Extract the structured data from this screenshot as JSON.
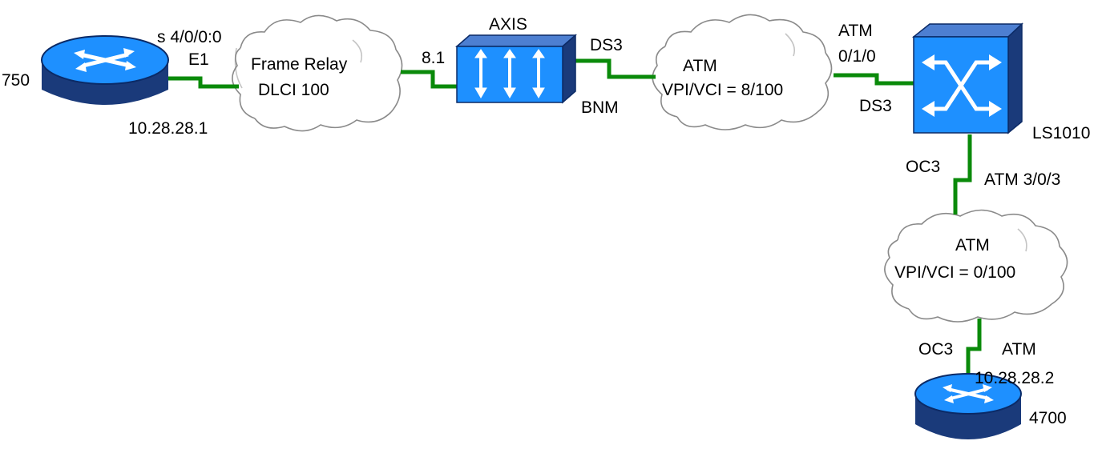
{
  "colors": {
    "link": "#0a8a0a",
    "device_blue": "#1e90ff",
    "device_dark": "#1a3a7a",
    "cloud_stroke": "#8a8a8a",
    "text": "#000000"
  },
  "devices": {
    "router_750": {
      "name": "750",
      "ip": "10.28.28.1",
      "interface": "s 4/0/0:0",
      "port": "E1",
      "icon": "router-icon"
    },
    "axis": {
      "name": "AXIS",
      "port_left": "8.1",
      "port_right": "DS3",
      "card": "BNM",
      "icon": "axis-switch-icon"
    },
    "ls1010": {
      "name": "LS1010",
      "port_left_type": "ATM",
      "port_left_id": "0/1/0",
      "port_left_media": "DS3",
      "port_down_media": "OC3",
      "port_down_id": "ATM  3/0/3",
      "icon": "atm-switch-icon"
    },
    "router_4700": {
      "name": "4700",
      "port_media": "OC3",
      "port_type": "ATM",
      "ip": "10.28.28.2",
      "icon": "router-icon"
    }
  },
  "clouds": {
    "frame_relay": {
      "title": "Frame Relay",
      "detail": "DLCI 100"
    },
    "atm_top": {
      "title": "ATM",
      "detail": "VPI/VCI = 8/100"
    },
    "atm_bottom": {
      "title": "ATM",
      "detail": "VPI/VCI = 0/100"
    }
  }
}
